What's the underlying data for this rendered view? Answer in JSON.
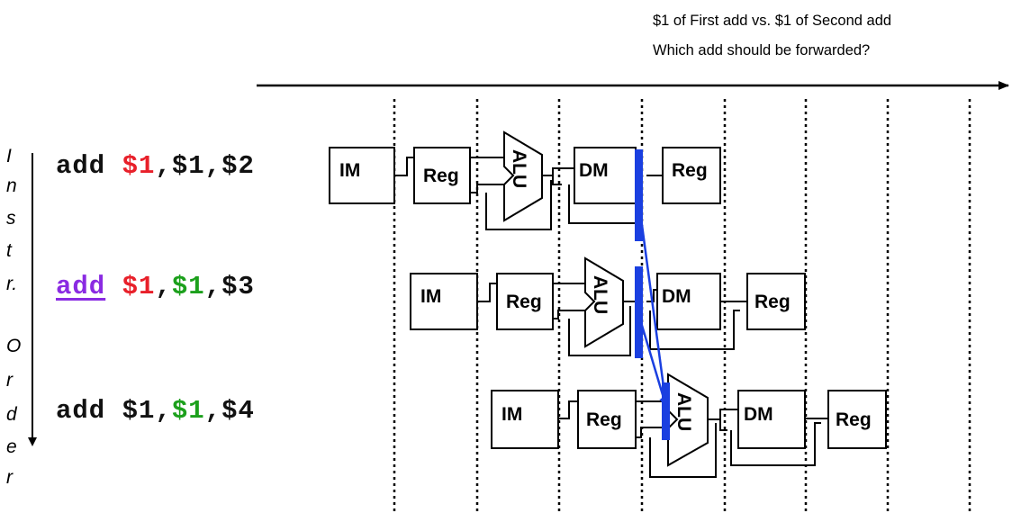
{
  "question": {
    "line1": "$1 of First add vs. $1 of Second add",
    "line2": "Which add should be forwarded?"
  },
  "axis_label_letters": [
    "I",
    "n",
    "s",
    "t",
    "r.",
    "O",
    "r",
    "d",
    "e",
    "r"
  ],
  "instructions": [
    {
      "op": "add",
      "rd": "$1",
      "rs": "$1",
      "rt": "$2",
      "sep": ",",
      "colors": {
        "op": "#111111",
        "rd": "#e8202a",
        "rs": "#111111",
        "rt": "#111111"
      }
    },
    {
      "op": "add",
      "rd": "$1",
      "rs": "$1",
      "rt": "$3",
      "sep": ",",
      "colors": {
        "op": "#8a2be2",
        "rd": "#e8202a",
        "rs": "#1ca01c",
        "rt": "#111111"
      }
    },
    {
      "op": "add",
      "rd": "$1",
      "rs": "$1",
      "rt": "$4",
      "sep": ",",
      "colors": {
        "op": "#111111",
        "rd": "#111111",
        "rs": "#1ca01c",
        "rt": "#111111"
      }
    }
  ],
  "stages": {
    "im": "IM",
    "reg": "Reg",
    "alu": "ALU",
    "dm": "DM"
  },
  "colors": {
    "pipeline_register": "#1a3fe0",
    "forward_arrow": "#1a3fe0",
    "highlight_red": "#e8202a",
    "highlight_green": "#1ca01c",
    "highlight_purple": "#8a2be2"
  }
}
